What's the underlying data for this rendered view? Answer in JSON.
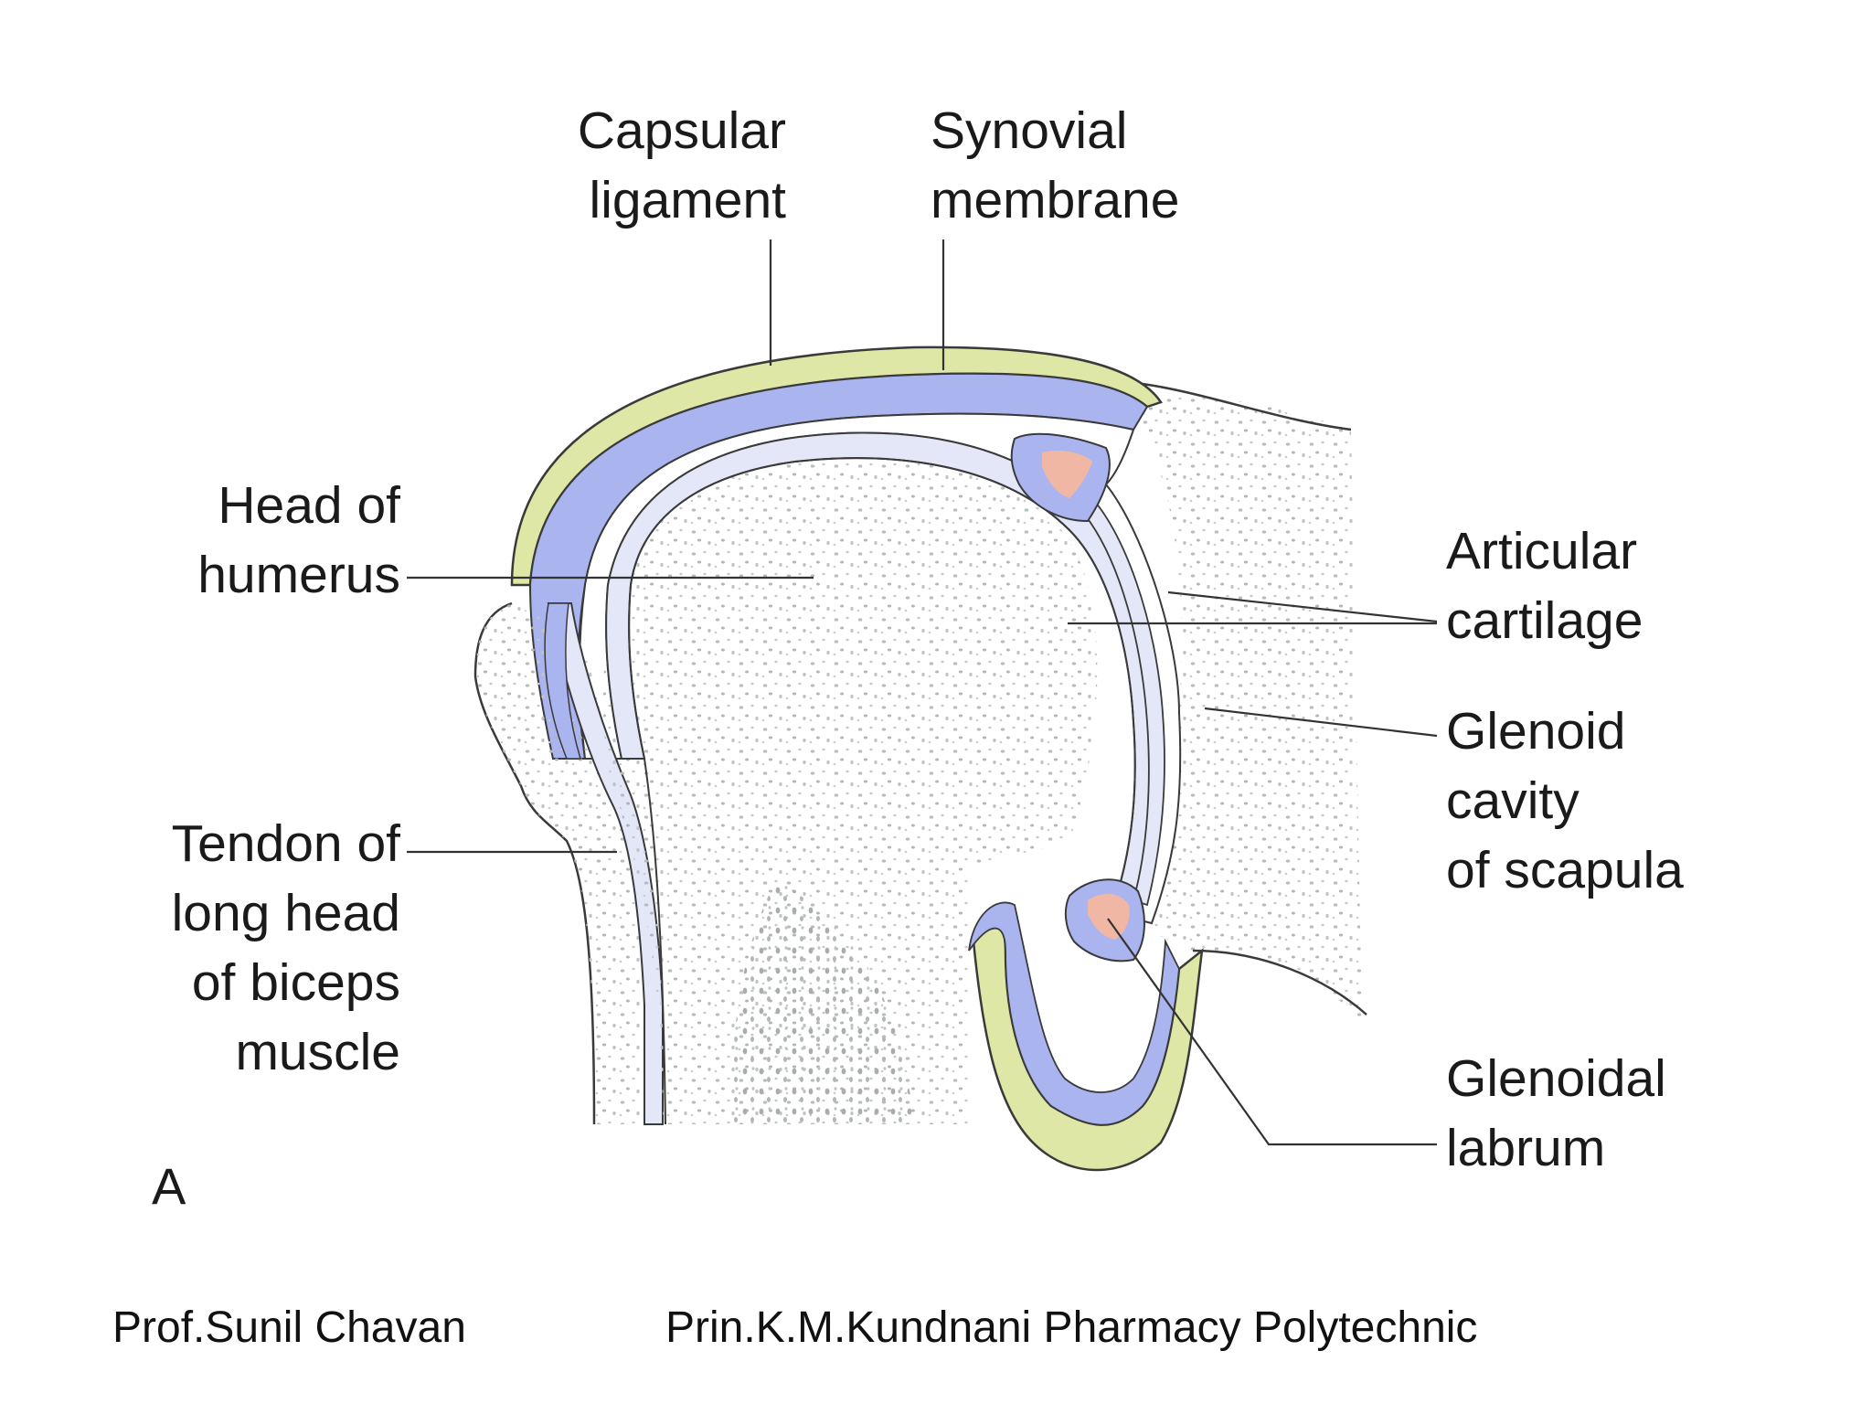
{
  "figure": {
    "panel_letter": "A",
    "labels": {
      "capsular_ligament": [
        "Capsular",
        "ligament"
      ],
      "synovial_membrane": [
        "Synovial",
        "membrane"
      ],
      "head_of_humerus": [
        "Head of",
        "humerus"
      ],
      "articular_cartilage": [
        "Articular",
        "cartilage"
      ],
      "glenoid_cavity": [
        "Glenoid",
        "cavity",
        "of scapula"
      ],
      "tendon_biceps": [
        "Tendon of",
        "long head",
        "of biceps",
        "muscle"
      ],
      "glenoidal_labrum": [
        "Glenoidal",
        "labrum"
      ]
    },
    "colors": {
      "capsule": "#dfe7a6",
      "synovial": "#aab4ee",
      "cartilage": "#e4e7f8",
      "labrum": "#f0b8a4",
      "bone_dots": "#b8bcbc",
      "outline": "#3a3a3a",
      "leader": "#333333"
    }
  },
  "footer": {
    "author": "Prof.Sunil Chavan",
    "institution": "Prin.K.M.Kundnani Pharmacy Polytechnic"
  }
}
